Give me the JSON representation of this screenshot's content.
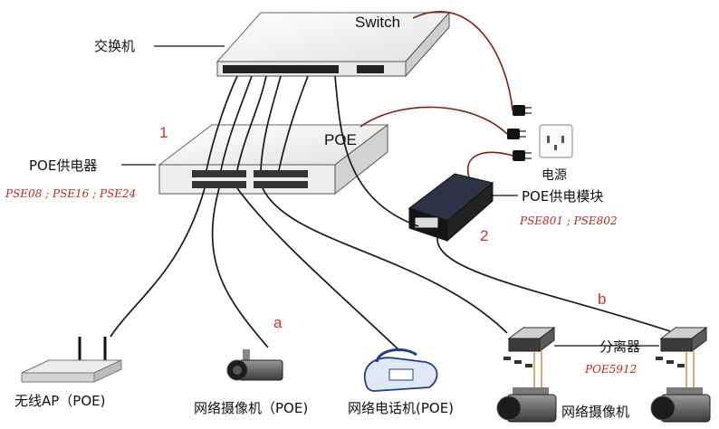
{
  "colors": {
    "cable_dark": "#1a1a1a",
    "cable_power": "#8b1a14",
    "accent_red": "#d0332b",
    "device_body": "#f2f2f2",
    "device_edge": "#555555"
  },
  "labels": {
    "switch_title": "Switch",
    "switch_cn": "交换机",
    "poe_title": "POE",
    "poe_supplier": "POE供电器",
    "poe_supplier_models": "PSE08 ; PSE16 ; PSE24",
    "power_outlet": "电源",
    "poe_module": "POE供电模块",
    "poe_module_models": "PSE801 ; PSE802",
    "splitter": "分离器",
    "splitter_model": "POE5912",
    "wireless_ap": "无线AP（POE)",
    "ip_camera_poe": "网络摄像机（POE)",
    "ip_phone_poe": "网络电话机(POE)",
    "ip_camera": "网络摄像机",
    "num_1": "1",
    "num_2": "2",
    "letter_a": "a",
    "letter_b": "b"
  }
}
